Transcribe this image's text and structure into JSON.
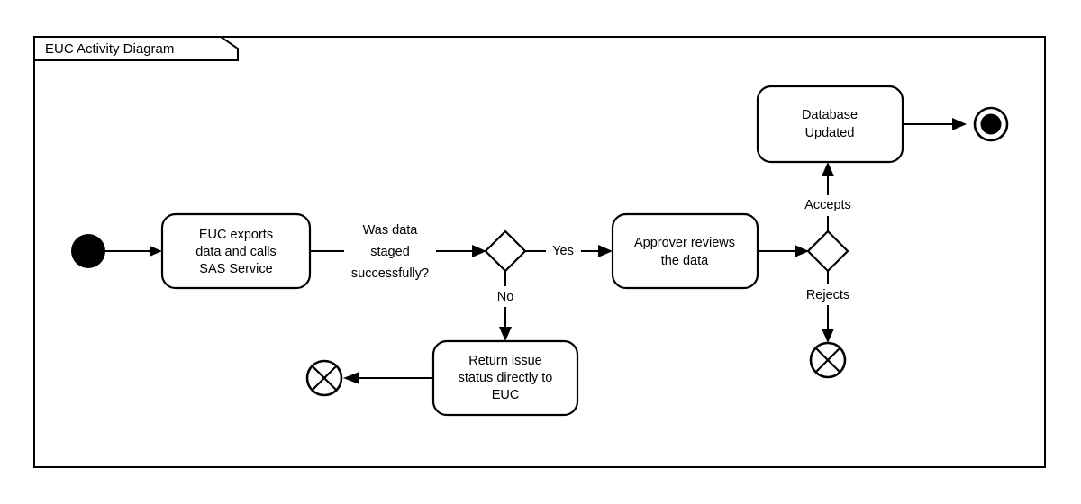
{
  "diagram": {
    "frame_label": "EUC Activity Diagram",
    "type": "uml-activity-diagram",
    "colors": {
      "background": "#ffffff",
      "stroke": "#000000",
      "fill": "#ffffff",
      "text": "#000000"
    },
    "nodes": {
      "initial": {
        "kind": "initial-node",
        "label": ""
      },
      "euc_export": {
        "kind": "action",
        "line1": "EUC exports",
        "line2": "data and calls",
        "line3": "SAS Service"
      },
      "decision_staged": {
        "kind": "decision",
        "label": ""
      },
      "approver_review": {
        "kind": "action",
        "line1": "Approver reviews",
        "line2": "the data"
      },
      "decision_approval": {
        "kind": "decision",
        "label": ""
      },
      "database_updated": {
        "kind": "action",
        "line1": "Database",
        "line2": "Updated"
      },
      "final": {
        "kind": "activity-final-node",
        "label": ""
      },
      "return_issue": {
        "kind": "action",
        "line1": "Return issue",
        "line2": "status directly to",
        "line3": "EUC"
      },
      "flow_final_issue": {
        "kind": "flow-final-node",
        "label": ""
      },
      "flow_final_reject": {
        "kind": "flow-final-node",
        "label": ""
      }
    },
    "edge_labels": {
      "question_line1": "Was data",
      "question_line2": "staged",
      "question_line3": "successfully?",
      "yes": "Yes",
      "no": "No",
      "accepts": "Accepts",
      "rejects": "Rejects"
    }
  }
}
